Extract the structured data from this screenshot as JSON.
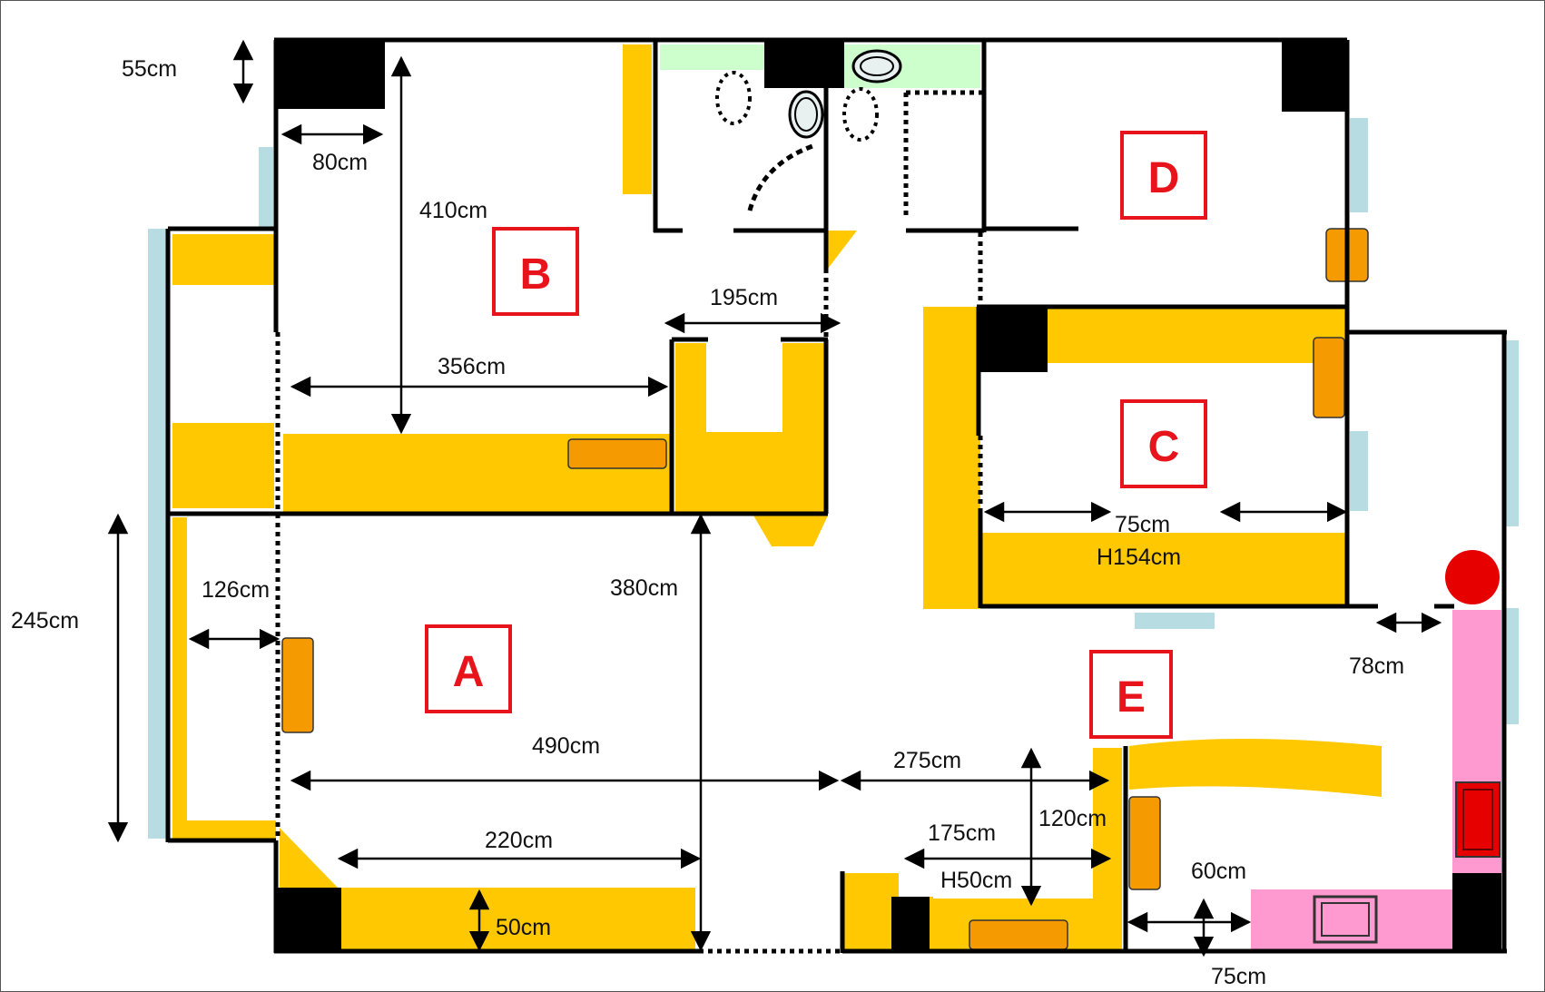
{
  "rooms": {
    "A": "A",
    "B": "B",
    "C": "C",
    "D": "D",
    "E": "E"
  },
  "dimensions": {
    "d55": "55cm",
    "d80": "80cm",
    "d410": "410cm",
    "d195": "195cm",
    "d356": "356cm",
    "d245": "245cm",
    "d126": "126cm",
    "d380": "380cm",
    "d490": "490cm",
    "d275": "275cm",
    "d120": "120cm",
    "d175": "175cm",
    "h50": "H50cm",
    "d220": "220cm",
    "d50": "50cm",
    "d60": "60cm",
    "d75_bottom": "75cm",
    "d75_c": "75cm",
    "h154": "H154cm",
    "d78": "78cm"
  },
  "colors": {
    "wall": "#000000",
    "furniture": "#ffc800",
    "cushion": "#f59a00",
    "window": "#b7dde2",
    "bathroom": "#ccffcc",
    "pink": "#ff9ad0",
    "room_label": "#e8141b",
    "red_item": "#e60000"
  }
}
